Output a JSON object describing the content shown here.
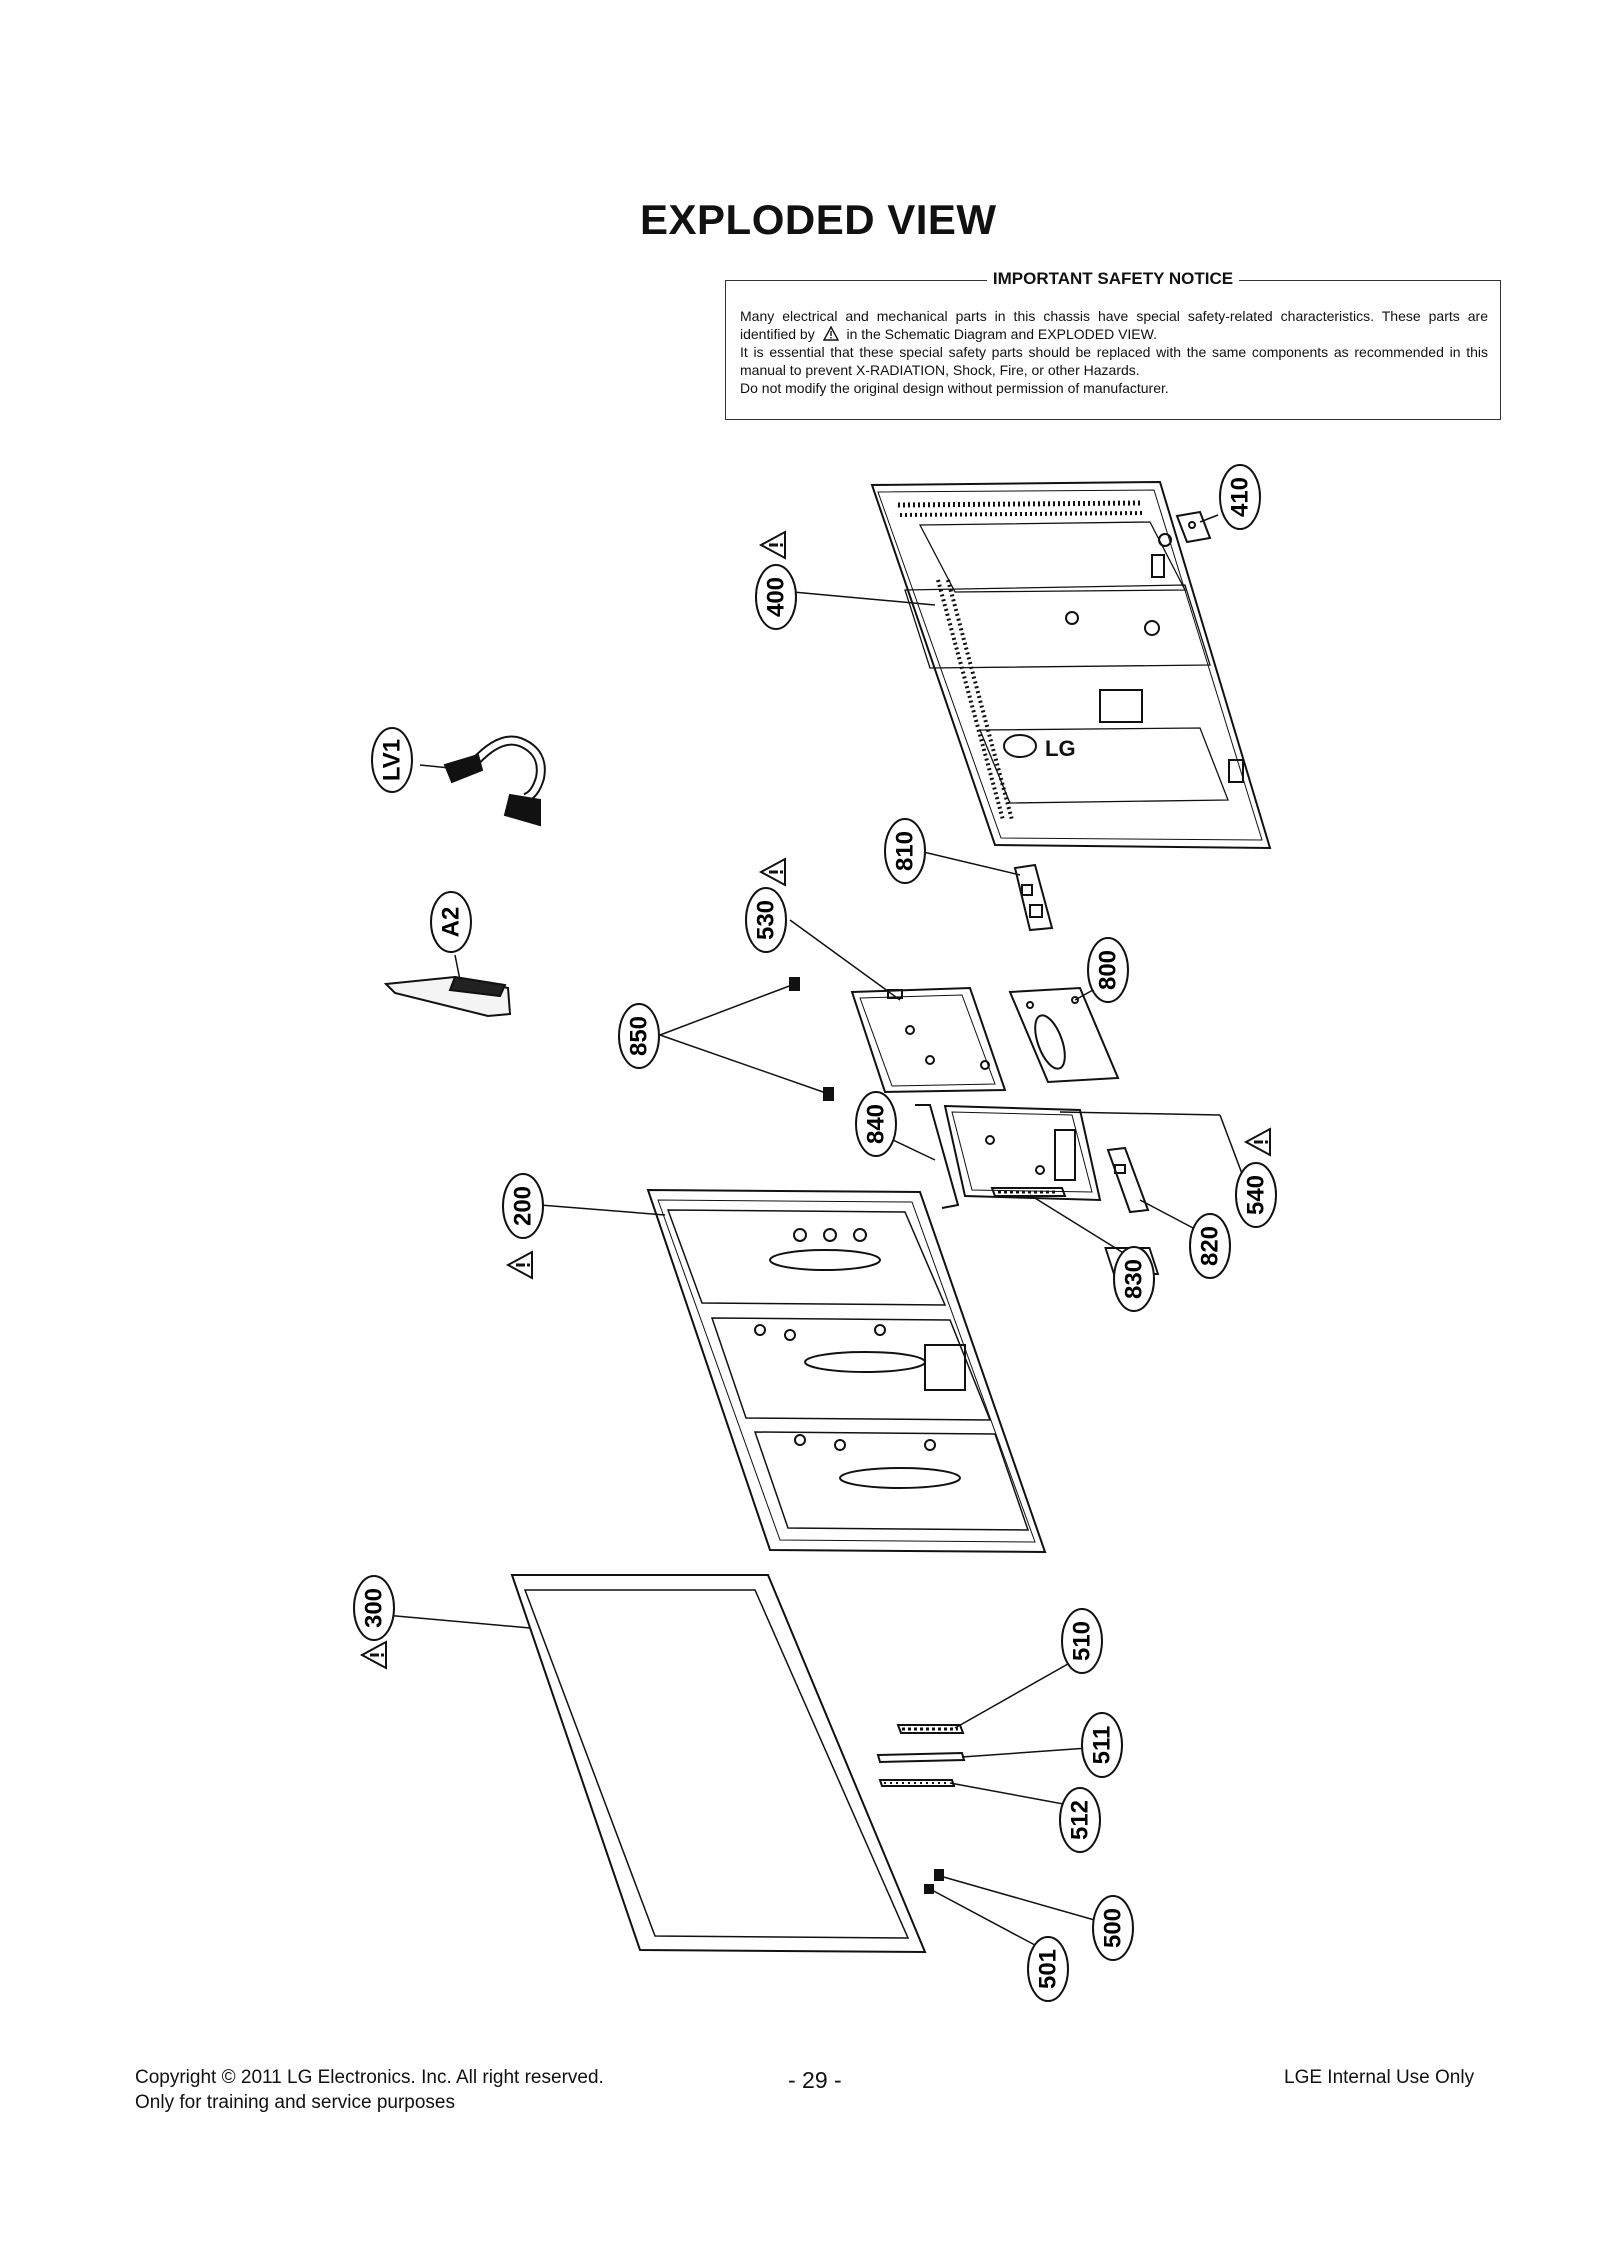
{
  "page": {
    "title": "EXPLODED VIEW",
    "notice": {
      "heading": "IMPORTANT SAFETY NOTICE",
      "line1_pre": "Many electrical and mechanical parts in this chassis have special safety-related characteristics. These parts are identified by",
      "line1_post": "in the Schematic Diagram and EXPLODED VIEW.",
      "line2": "It is essential that these special safety parts should be replaced with the same components as recommended in this manual to prevent X-RADIATION, Shock, Fire, or other Hazards.",
      "line3": "Do not modify the original design without permission of manufacturer."
    },
    "callouts": [
      "410",
      "400",
      "LV1",
      "810",
      "530",
      "A2",
      "800",
      "850",
      "840",
      "540",
      "200",
      "820",
      "830",
      "300",
      "510",
      "511",
      "512",
      "500",
      "501"
    ],
    "footer": {
      "copyright": "Copyright  © 2011 LG Electronics. Inc. All right reserved.",
      "training": "Only for training and service purposes",
      "page_number": "- 29 -",
      "internal": "LGE Internal Use Only"
    }
  }
}
